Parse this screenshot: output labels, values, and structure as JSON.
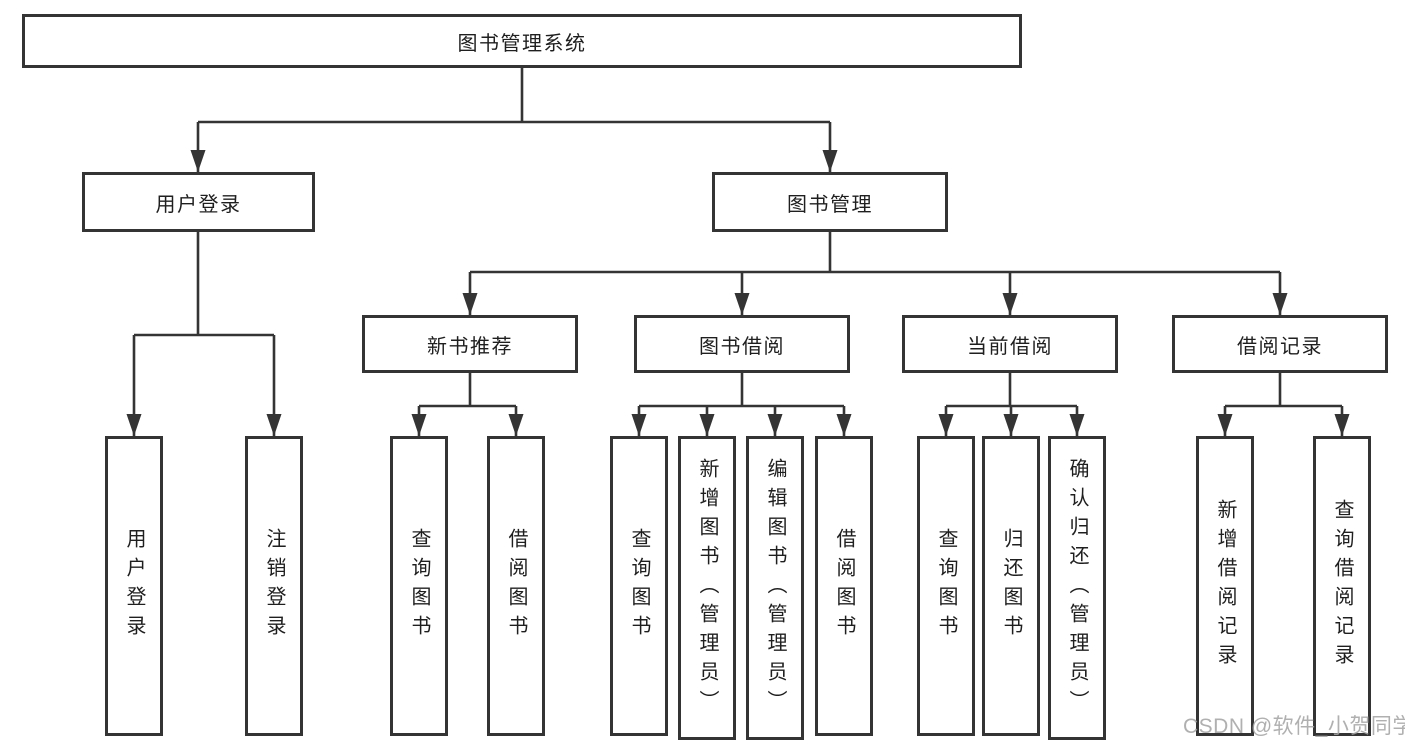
{
  "diagram": {
    "nodes": {
      "root": "图书管理系统",
      "user_login": "用户登录",
      "book_mgmt": "图书管理",
      "new_book": "新书推荐",
      "book_borrow": "图书借阅",
      "current_borrow": "当前借阅",
      "borrow_record": "借阅记录"
    },
    "leaves": [
      "用户登录",
      "注销登录",
      "查询图书",
      "借阅图书",
      "查询图书",
      "新增图书（管理员）",
      "编辑图书（管理员）",
      "借阅图书",
      "查询图书",
      "归还图书",
      "确认归还（管理员）",
      "新增借阅记录",
      "查询借阅记录"
    ]
  },
  "watermark": "CSDN @软件_小贺同学",
  "colors": {
    "line": "#343434",
    "text": "#1f1f1f",
    "background": "#ffffff",
    "watermark": "#a5a5a5"
  }
}
